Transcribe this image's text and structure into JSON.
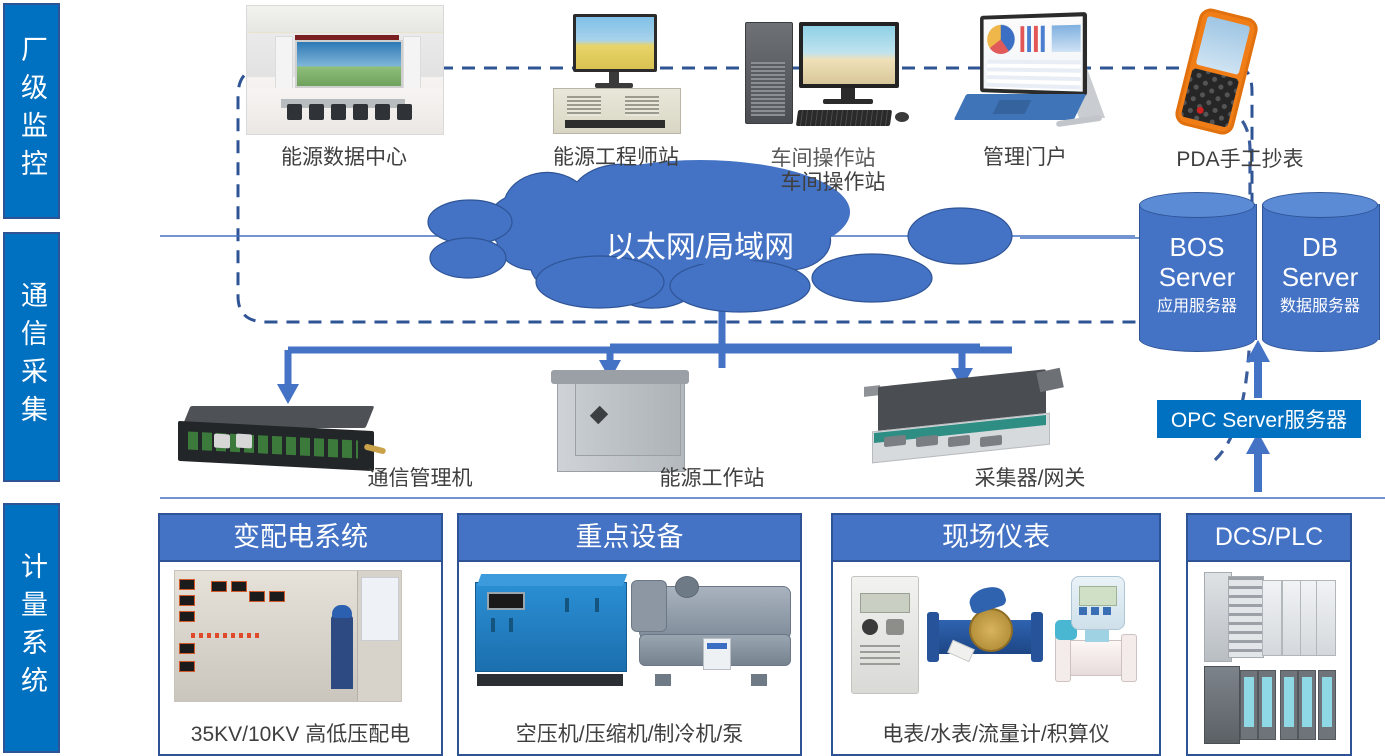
{
  "sidebar": {
    "bands": [
      {
        "id": "plant-monitoring",
        "label": "厂级监控"
      },
      {
        "id": "communication-collection",
        "label": "通信采集"
      },
      {
        "id": "metering-system",
        "label": "计量系统"
      }
    ]
  },
  "layer_top": {
    "nodes": [
      {
        "id": "energy-data-center",
        "label": "能源数据中心",
        "icon": "control-room-icon"
      },
      {
        "id": "energy-engineer-station",
        "label": "能源工程师站",
        "icon": "industrial-pc-icon"
      },
      {
        "id": "workshop-operator-station",
        "label": "车间操作站",
        "label_alt": "车间操作站",
        "icon": "desktop-computer-icon"
      },
      {
        "id": "management-portal",
        "label": "管理门户",
        "icon": "tablet-icon"
      },
      {
        "id": "pda-manual-meter-reading",
        "label": "PDA手工抄表",
        "icon": "pda-handheld-icon"
      }
    ]
  },
  "network": {
    "cloud_label": "以太网/局域网"
  },
  "servers": [
    {
      "id": "bos-server",
      "line1": "BOS",
      "line2": "Server",
      "line3": "应用服务器"
    },
    {
      "id": "db-server",
      "line1": "DB",
      "line2": "Server",
      "line3": "数据服务器"
    }
  ],
  "layer_middle": {
    "nodes": [
      {
        "id": "communication-manager",
        "label": "通信管理机",
        "icon": "comm-manager-icon"
      },
      {
        "id": "energy-workstation",
        "label": "能源工作站",
        "icon": "cabinet-icon"
      },
      {
        "id": "collector-gateway",
        "label": "采集器/网关",
        "icon": "gateway-icon"
      }
    ],
    "opc_button": "OPC Server服务器"
  },
  "layer_bottom": {
    "panels": [
      {
        "id": "power-distribution",
        "title": "变配电系统",
        "caption": "35KV/10KV 高低压配电",
        "icon": "switchgear-icon"
      },
      {
        "id": "key-equipment",
        "title": "重点设备",
        "caption": "空压机/压缩机/制冷机/泵",
        "icon": "compressor-chiller-icon"
      },
      {
        "id": "field-instruments",
        "title": "现场仪表",
        "caption": "电表/水表/流量计/积算仪",
        "icon": "meters-icon"
      },
      {
        "id": "dcs-plc",
        "title": "DCS/PLC",
        "caption": "",
        "icon": "plc-rack-icon"
      }
    ]
  },
  "colors": {
    "sidebar_blue": "#0070C0",
    "sidebar_border": "#2E5496",
    "accent_blue": "#4472C4",
    "cloud_blue": "#4472C4",
    "opc_blue": "#0070C0",
    "dashed_blue": "#2E5496",
    "arrow_blue": "#4472C4",
    "divider_blue": "#4472C4"
  }
}
